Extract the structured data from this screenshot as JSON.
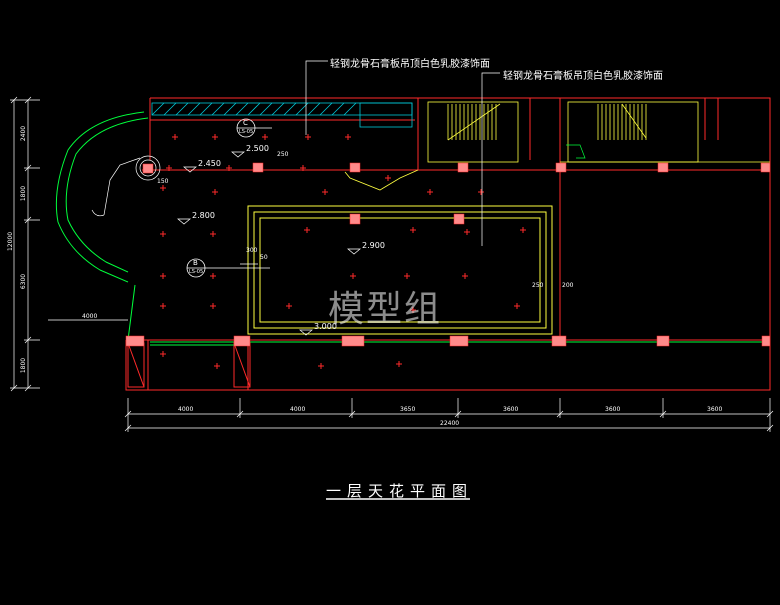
{
  "drawing": {
    "title": "一层天花平面图",
    "watermark": "模型组",
    "notes": {
      "left": "轻钢龙骨石膏板吊顶白色乳胶漆饰面",
      "right": "轻钢龙骨石膏板吊顶白色乳胶漆饰面"
    },
    "elevations": [
      "2.450",
      "2.500",
      "2.800",
      "2.900",
      "3.000"
    ],
    "section_markers": [
      {
        "id": "C",
        "ref": "LS-05"
      },
      {
        "id": "B",
        "ref": "LS-05"
      }
    ],
    "dimensions_bottom": [
      "4000",
      "4000",
      "3650",
      "3600",
      "3600",
      "3600"
    ],
    "dimension_total": "22400",
    "dimensions_left": [
      "2400",
      "1800",
      "6300",
      "1800"
    ],
    "dimension_left_total": "12000",
    "small_dims": [
      "250",
      "200",
      "50",
      "300",
      "150",
      "250"
    ],
    "colors": {
      "background": "#000000",
      "wall": "#ff2a2a",
      "ceiling_line": "#ffff40",
      "green": "#00ff3c",
      "cyan": "#00c8d8",
      "column": "#ff8a8a",
      "white": "#ffffff"
    }
  }
}
